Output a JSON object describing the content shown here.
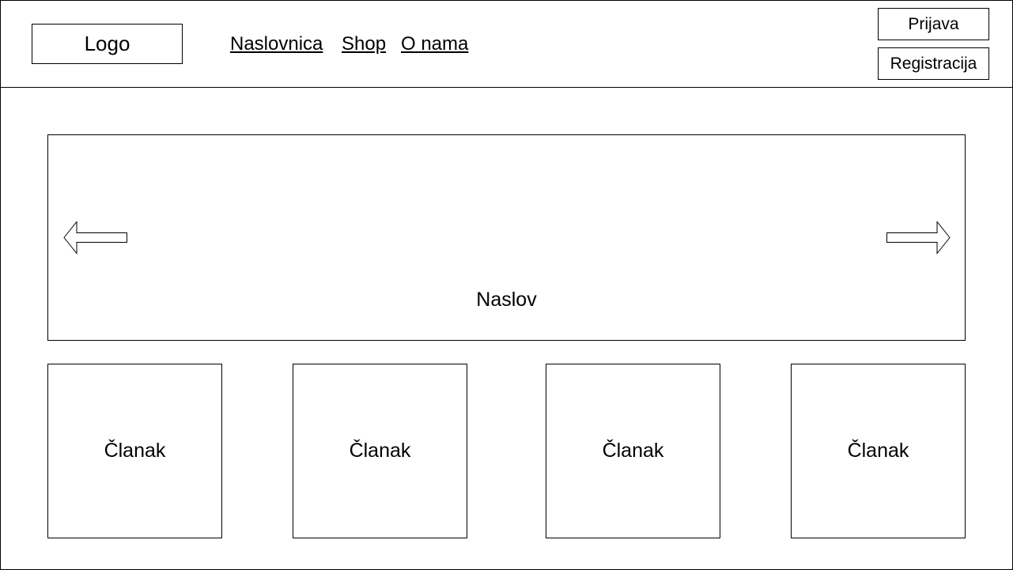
{
  "header": {
    "logo": "Logo",
    "nav": [
      {
        "label": "Naslovnica"
      },
      {
        "label": "Shop"
      },
      {
        "label": "O nama"
      }
    ],
    "login_label": "Prijava",
    "register_label": "Registracija"
  },
  "slider": {
    "title": "Naslov",
    "prev_icon": "arrow-left-icon",
    "next_icon": "arrow-right-icon"
  },
  "articles": [
    {
      "label": "Članak"
    },
    {
      "label": "Članak"
    },
    {
      "label": "Članak"
    },
    {
      "label": "Članak"
    }
  ]
}
